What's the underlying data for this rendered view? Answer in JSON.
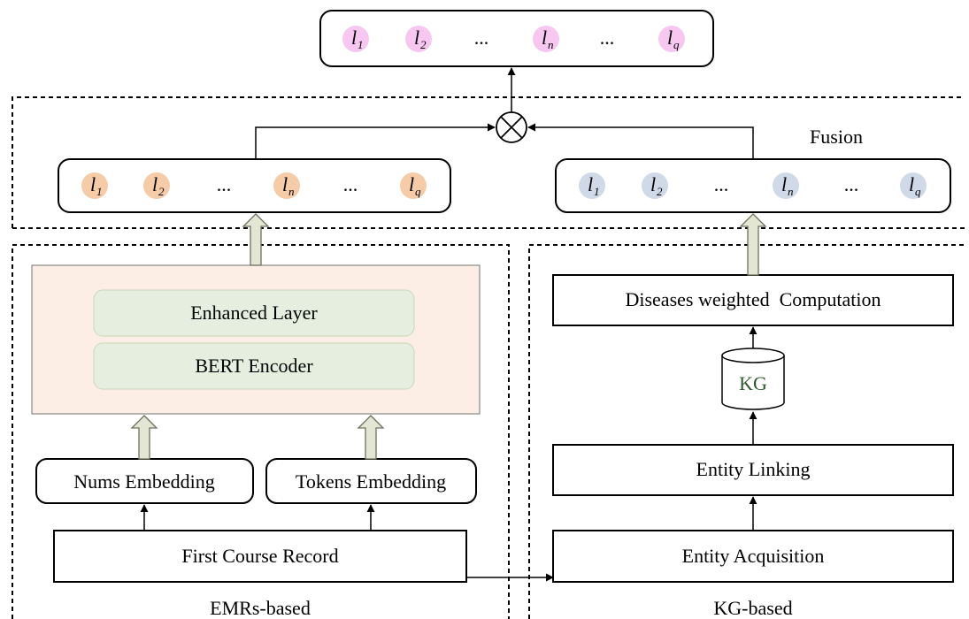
{
  "output_sequence": {
    "items": [
      {
        "base": "l",
        "sub": "1"
      },
      {
        "base": "l",
        "sub": "2"
      },
      {
        "text": "..."
      },
      {
        "base": "l",
        "sub": "n"
      },
      {
        "text": "..."
      },
      {
        "base": "l",
        "sub": "q"
      }
    ],
    "circle_color": "#f7c7f2"
  },
  "fusion": {
    "label": "Fusion",
    "operator_symbol": "⊗"
  },
  "emr_sequence": {
    "items": [
      {
        "base": "l",
        "sub": "1"
      },
      {
        "base": "l",
        "sub": "2"
      },
      {
        "text": "..."
      },
      {
        "base": "l",
        "sub": "n"
      },
      {
        "text": "..."
      },
      {
        "base": "l",
        "sub": "q"
      }
    ],
    "circle_color": "#f6cba8"
  },
  "kg_sequence": {
    "items": [
      {
        "base": "l",
        "sub": "1"
      },
      {
        "base": "l",
        "sub": "2"
      },
      {
        "text": "..."
      },
      {
        "base": "l",
        "sub": "n"
      },
      {
        "text": "..."
      },
      {
        "base": "l",
        "sub": "q"
      }
    ],
    "circle_color": "#cfd9e8"
  },
  "emr_branch": {
    "label": "EMRs-based",
    "encoder_block_color": "#fceee4",
    "enhanced_layer": "Enhanced Layer",
    "bert_encoder": "BERT Encoder",
    "inner_block_color": "#e6efdf",
    "nums_embedding": "Nums Embedding",
    "tokens_embedding": "Tokens Embedding",
    "first_course_record": "First Course Record"
  },
  "kg_branch": {
    "label": "KG-based",
    "diseases_computation": "Diseases weighted  Computation",
    "kg_store": "KG",
    "kg_text_color": "#2d5a2d",
    "entity_linking": "Entity Linking",
    "entity_acquisition": "Entity Acquisition"
  },
  "colors": {
    "hollow_arrow_fill": "#e2e6d2",
    "hollow_arrow_stroke": "#707060"
  }
}
